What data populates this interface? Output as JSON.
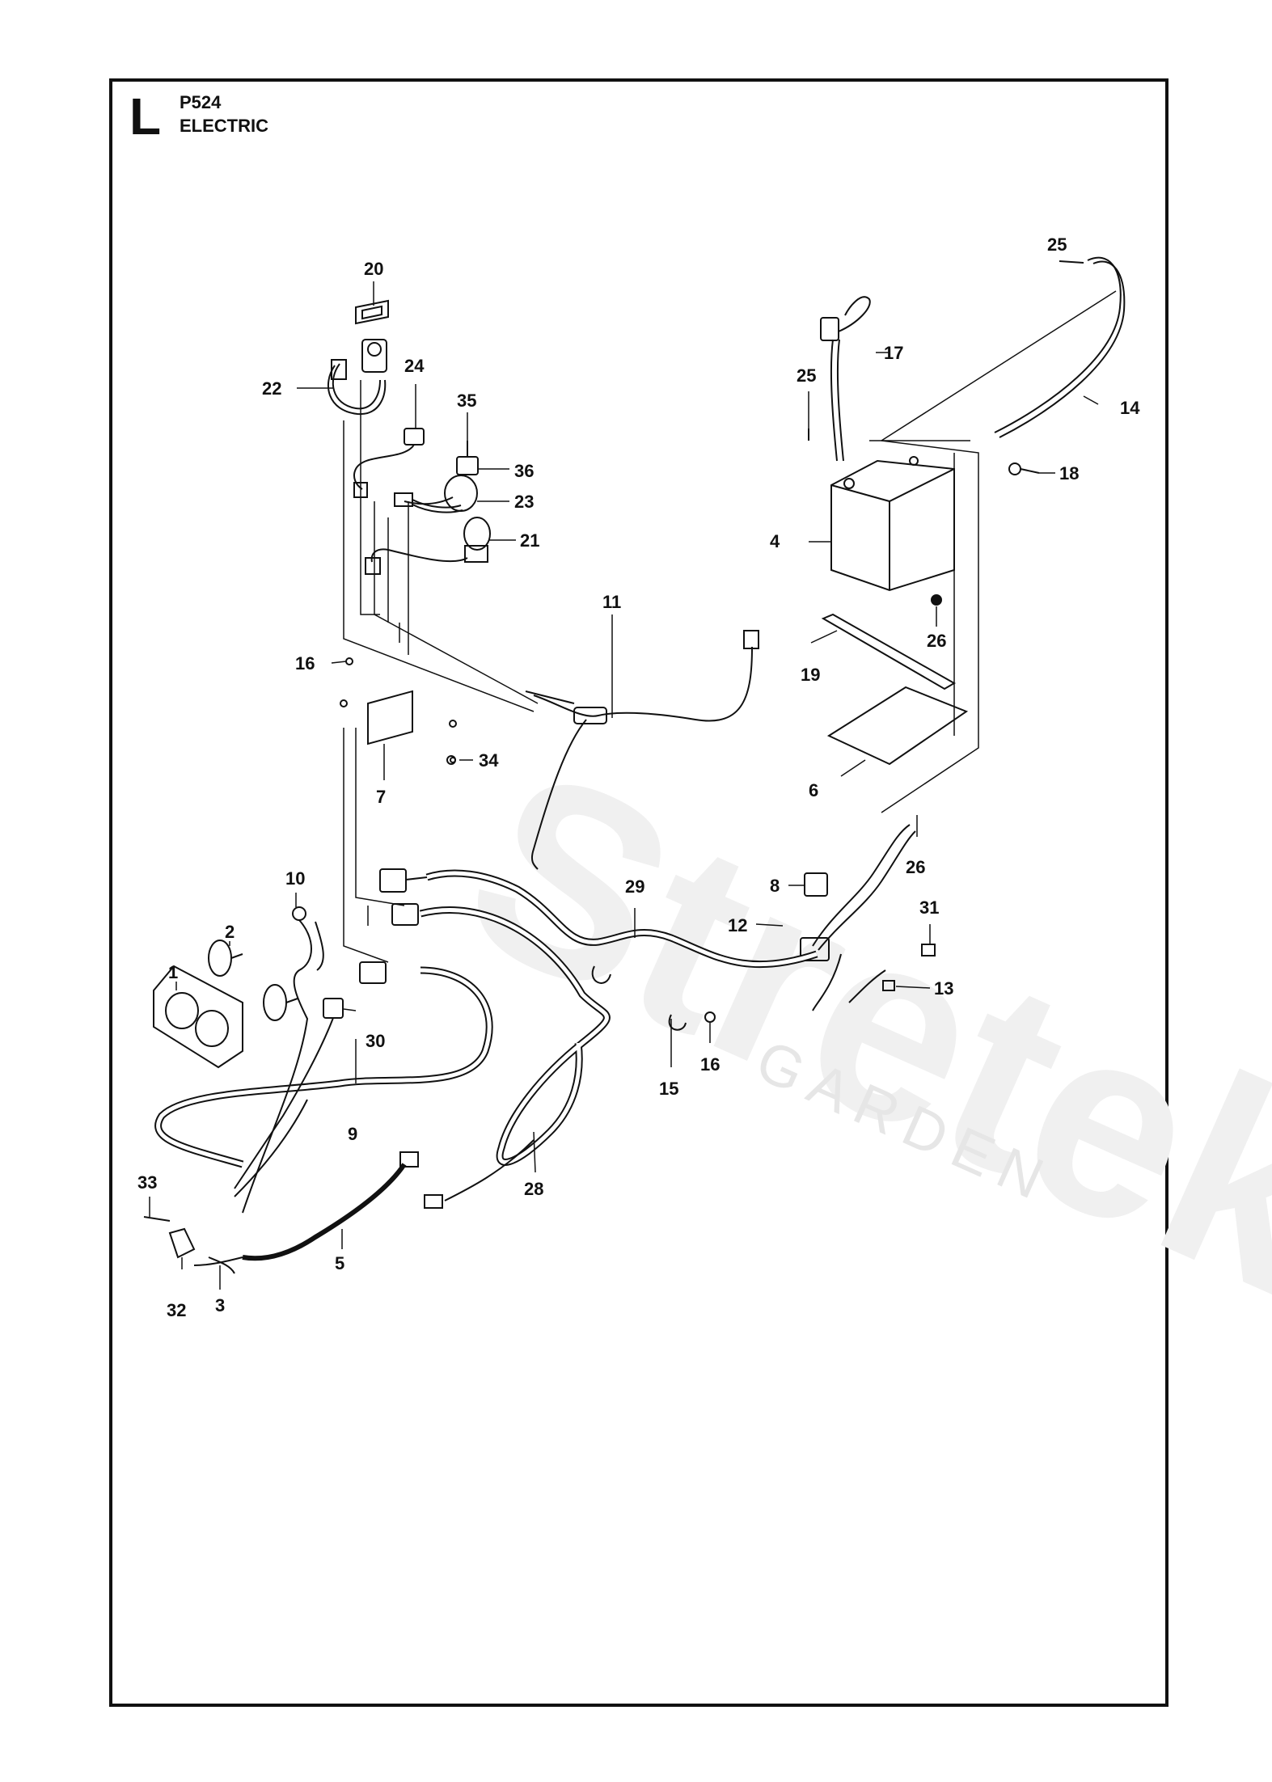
{
  "header": {
    "section_letter": "L",
    "model": "P524",
    "group": "ELECTRIC"
  },
  "watermark": {
    "brand": "Stretek",
    "sub": "GARDEN",
    "color": "#eeeeee"
  },
  "callouts": [
    {
      "id": "1",
      "label": "1"
    },
    {
      "id": "2",
      "label": "2"
    },
    {
      "id": "3",
      "label": "3"
    },
    {
      "id": "4",
      "label": "4"
    },
    {
      "id": "5",
      "label": "5"
    },
    {
      "id": "6",
      "label": "6"
    },
    {
      "id": "7",
      "label": "7"
    },
    {
      "id": "8",
      "label": "8"
    },
    {
      "id": "9",
      "label": "9"
    },
    {
      "id": "10",
      "label": "10"
    },
    {
      "id": "11",
      "label": "11"
    },
    {
      "id": "12",
      "label": "12"
    },
    {
      "id": "13",
      "label": "13"
    },
    {
      "id": "14",
      "label": "14"
    },
    {
      "id": "15",
      "label": "15"
    },
    {
      "id": "16a",
      "label": "16"
    },
    {
      "id": "16b",
      "label": "16"
    },
    {
      "id": "17",
      "label": "17"
    },
    {
      "id": "18",
      "label": "18"
    },
    {
      "id": "19",
      "label": "19"
    },
    {
      "id": "20",
      "label": "20"
    },
    {
      "id": "21",
      "label": "21"
    },
    {
      "id": "22",
      "label": "22"
    },
    {
      "id": "23",
      "label": "23"
    },
    {
      "id": "24",
      "label": "24"
    },
    {
      "id": "25a",
      "label": "25"
    },
    {
      "id": "25b",
      "label": "25"
    },
    {
      "id": "26a",
      "label": "26"
    },
    {
      "id": "26b",
      "label": "26"
    },
    {
      "id": "28",
      "label": "28"
    },
    {
      "id": "29",
      "label": "29"
    },
    {
      "id": "30",
      "label": "30"
    },
    {
      "id": "31",
      "label": "31"
    },
    {
      "id": "32",
      "label": "32"
    },
    {
      "id": "33",
      "label": "33"
    },
    {
      "id": "34",
      "label": "34"
    },
    {
      "id": "35",
      "label": "35"
    },
    {
      "id": "36",
      "label": "36"
    }
  ]
}
